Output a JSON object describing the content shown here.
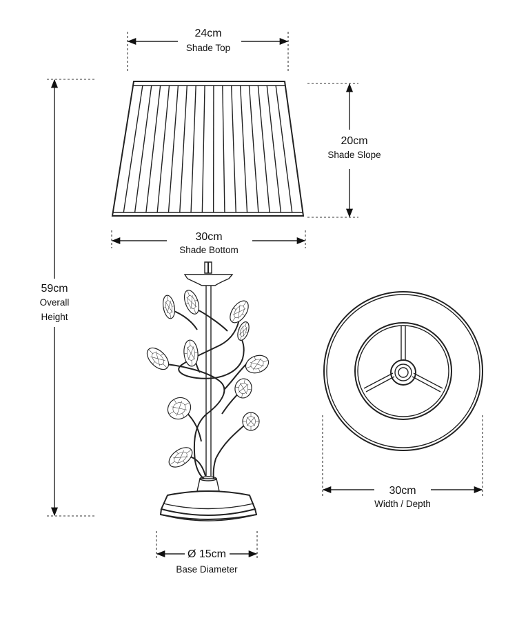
{
  "dimensions": {
    "shade_top": {
      "value": "24cm",
      "caption": "Shade Top"
    },
    "shade_slope": {
      "value": "20cm",
      "caption": "Shade Slope"
    },
    "shade_bottom": {
      "value": "30cm",
      "caption": "Shade Bottom"
    },
    "overall_height": {
      "value": "59cm",
      "caption_line1": "Overall",
      "caption_line2": "Height"
    },
    "width_depth": {
      "value": "30cm",
      "caption": "Width / Depth"
    },
    "base_diameter": {
      "value": "Ø 15cm",
      "caption": "Base Diameter"
    }
  },
  "colors": {
    "line": "#222222",
    "background": "#ffffff"
  }
}
